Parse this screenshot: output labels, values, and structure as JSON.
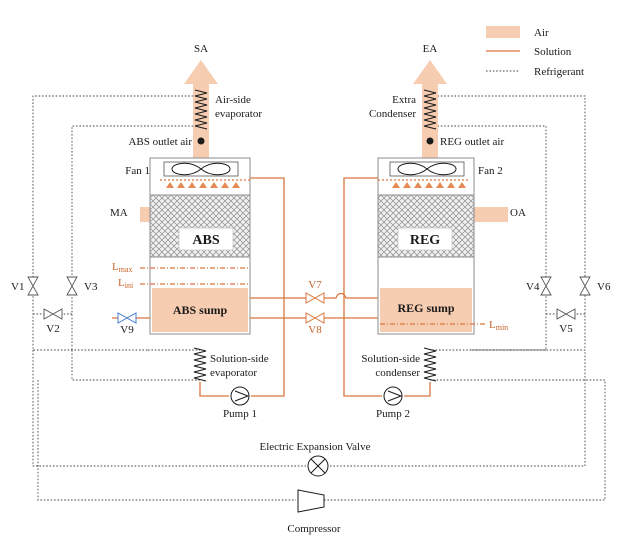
{
  "legend": {
    "air": "Air",
    "solution": "Solution",
    "refrigerant": "Refrigerant"
  },
  "labels": {
    "sa": "SA",
    "ea": "EA",
    "ma": "MA",
    "oa": "OA",
    "air_side_evap_1": "Air-side",
    "air_side_evap_2": "evaporator",
    "extra_cond_1": "Extra",
    "extra_cond_2": "Condenser",
    "abs_outlet": "ABS outlet air",
    "reg_outlet": "REG outlet air",
    "fan1": "Fan 1",
    "fan2": "Fan 2",
    "abs": "ABS",
    "reg": "REG",
    "abs_sump": "ABS sump",
    "reg_sump": "REG sump",
    "lmax_main": "L",
    "lmax_sub": "max",
    "lini_main": "L",
    "lini_sub": "ini",
    "lmin_main": "L",
    "lmin_sub": "min",
    "sol_evap_1": "Solution-side",
    "sol_evap_2": "evaporator",
    "sol_cond_1": "Solution-side",
    "sol_cond_2": "condenser",
    "pump1": "Pump 1",
    "pump2": "Pump 2",
    "eev": "Electric Expansion Valve",
    "compressor": "Compressor",
    "v1": "V1",
    "v2": "V2",
    "v3": "V3",
    "v4": "V4",
    "v5": "V5",
    "v6": "V6",
    "v7": "V7",
    "v8": "V8",
    "v9": "V9"
  },
  "colors": {
    "air": "#f6cdb0",
    "solution": "#d9773f",
    "refrigerant": "#444444",
    "packing": "#c8c8c8",
    "v9_valve": "#4a7fd0"
  }
}
